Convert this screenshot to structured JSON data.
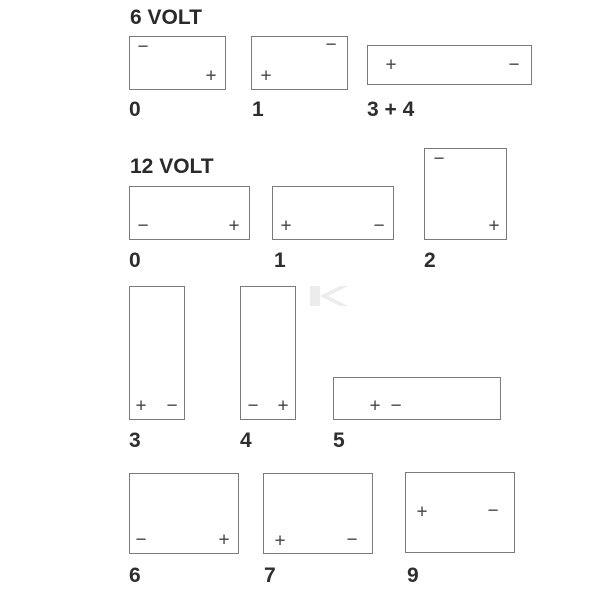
{
  "six_volt": {
    "title": "6 VOLT",
    "layouts": [
      {
        "label": "0",
        "terminals": [
          "−",
          "+"
        ]
      },
      {
        "label": "1",
        "terminals": [
          "−",
          "+"
        ]
      },
      {
        "label": "3 + 4",
        "terminals": [
          "+",
          "−"
        ]
      }
    ]
  },
  "twelve_volt": {
    "title": "12 VOLT",
    "layouts": [
      {
        "label": "0",
        "terminals": [
          "−",
          "+"
        ]
      },
      {
        "label": "1",
        "terminals": [
          "+",
          "−"
        ]
      },
      {
        "label": "2",
        "terminals": [
          "−",
          "+"
        ]
      },
      {
        "label": "3",
        "terminals": [
          "+",
          "−"
        ]
      },
      {
        "label": "4",
        "terminals": [
          "−",
          "+"
        ]
      },
      {
        "label": "5",
        "terminals": [
          "+",
          "−"
        ]
      },
      {
        "label": "6",
        "terminals": [
          "−",
          "+"
        ]
      },
      {
        "label": "7",
        "terminals": [
          "+",
          "−"
        ]
      },
      {
        "label": "9",
        "terminals": [
          "+",
          "−"
        ]
      }
    ]
  },
  "colors": {
    "border": "#7a7a7a",
    "text": "#2e2e2e"
  }
}
